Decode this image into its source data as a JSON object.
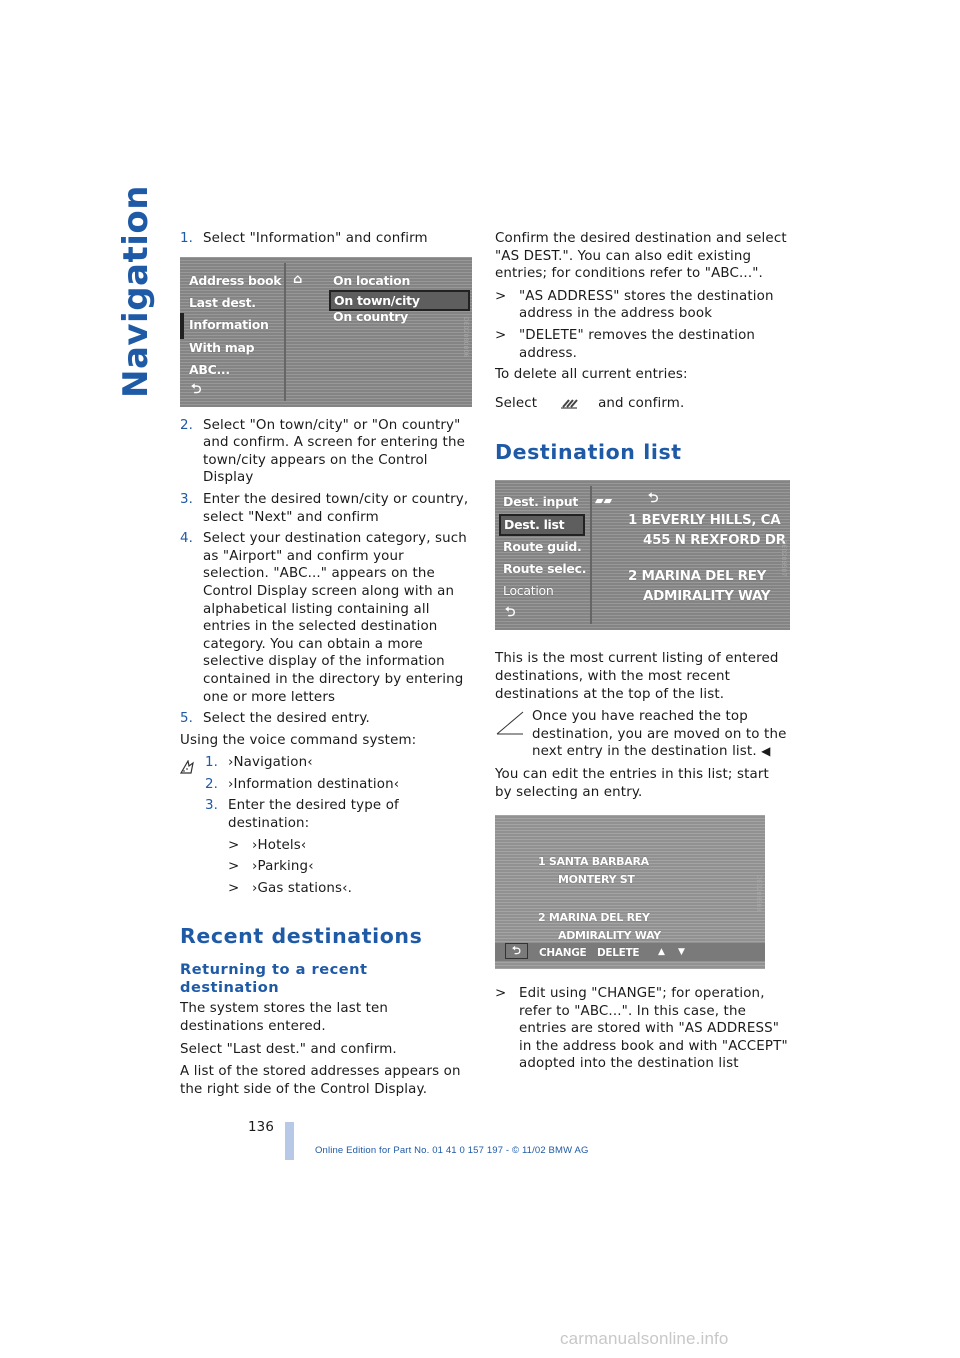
{
  "page": {
    "section_title": "Navigation",
    "page_number": "136",
    "footer": "Online Edition for Part No. 01 41 0 157 197 - © 11/02 BMW AG",
    "watermark": "carmanualsonline.info"
  },
  "left": {
    "step1": {
      "n": "1.",
      "text": "Select \"Information\" and confirm"
    },
    "screen1": {
      "menu": [
        "Address book",
        "Last dest.",
        "Information",
        "With map",
        "ABC..."
      ],
      "options": [
        "On location",
        "On town/city",
        "On country"
      ],
      "id": "DE02080806"
    },
    "steps": [
      {
        "n": "2.",
        "text": "Select \"On town/city\" or \"On country\" and confirm. A screen for entering the town/city appears on the Control Display"
      },
      {
        "n": "3.",
        "text": "Enter the desired town/city or country, select \"Next\" and confirm"
      },
      {
        "n": "4.",
        "text": "Select your destination category, such as \"Airport\" and confirm your selection. \"ABC...\" appears on the Control Display screen along with an alphabetical listing containing all entries in the selected destination category. You can obtain a more selective display of the information contained in the directory by entering one or more letters"
      },
      {
        "n": "5.",
        "text": "Select the desired entry."
      }
    ],
    "voice_intro": "Using the voice command system:",
    "voice_steps": [
      {
        "n": "1.",
        "text": "›Navigation‹"
      },
      {
        "n": "2.",
        "text": "›Information destination‹"
      },
      {
        "n": "3.",
        "text": "Enter the desired type of destination:"
      }
    ],
    "voice_bullets": [
      "›Hotels‹",
      "›Parking‹",
      "›Gas stations‹."
    ],
    "heading": "Recent destinations",
    "subheading": "Returning to a recent destination",
    "paras": [
      "The system stores the last ten destinations entered.",
      "Select \"Last dest.\" and confirm.",
      "A list of the stored addresses appears on the right side of the Control Display."
    ]
  },
  "right": {
    "intro": "Confirm the desired destination and select \"AS DEST.\". You can also edit existing entries; for conditions refer to \"ABC...\".",
    "bullets": [
      "\"AS ADDRESS\" stores the destination address in the address book",
      "\"DELETE\" removes the destination address."
    ],
    "delete_all": "To delete all current entries:",
    "select_a": "Select",
    "select_b": "and confirm.",
    "heading": "Destination list",
    "screen2": {
      "menu": [
        "Dest. input",
        "Dest. list",
        "Route guid.",
        "Route selec.",
        "Location"
      ],
      "entries": [
        "1 BEVERLY HILLS, CA",
        "455 N REXFORD DR",
        "2 MARINA DEL REY",
        "ADMIRALITY WAY"
      ],
      "id": "DE0208507"
    },
    "para1": "This is the most current listing of entered destinations, with the most recent destinations at the top of the list.",
    "note": "Once you have reached the top destination, you are moved on to the next entry in the destination list.",
    "para2": "You can edit the entries in this list; start by selecting an entry.",
    "screen3": {
      "entries": [
        "1  SANTA BARBARA",
        "MONTERY ST",
        "2  MARINA DEL REY",
        "ADMIRALITY WAY"
      ],
      "buttons": [
        "CHANGE",
        "DELETE"
      ],
      "id": "DE0208508"
    },
    "bullet_last": "Edit using \"CHANGE\"; for operation, refer to \"ABC...\". In this case, the entries are stored with \"AS ADDRESS\" in the address book and with \"ACCEPT\" adopted into the destination list"
  },
  "colors": {
    "accent": "#1f5aa6",
    "footer_bar": "#b7c9e6"
  }
}
